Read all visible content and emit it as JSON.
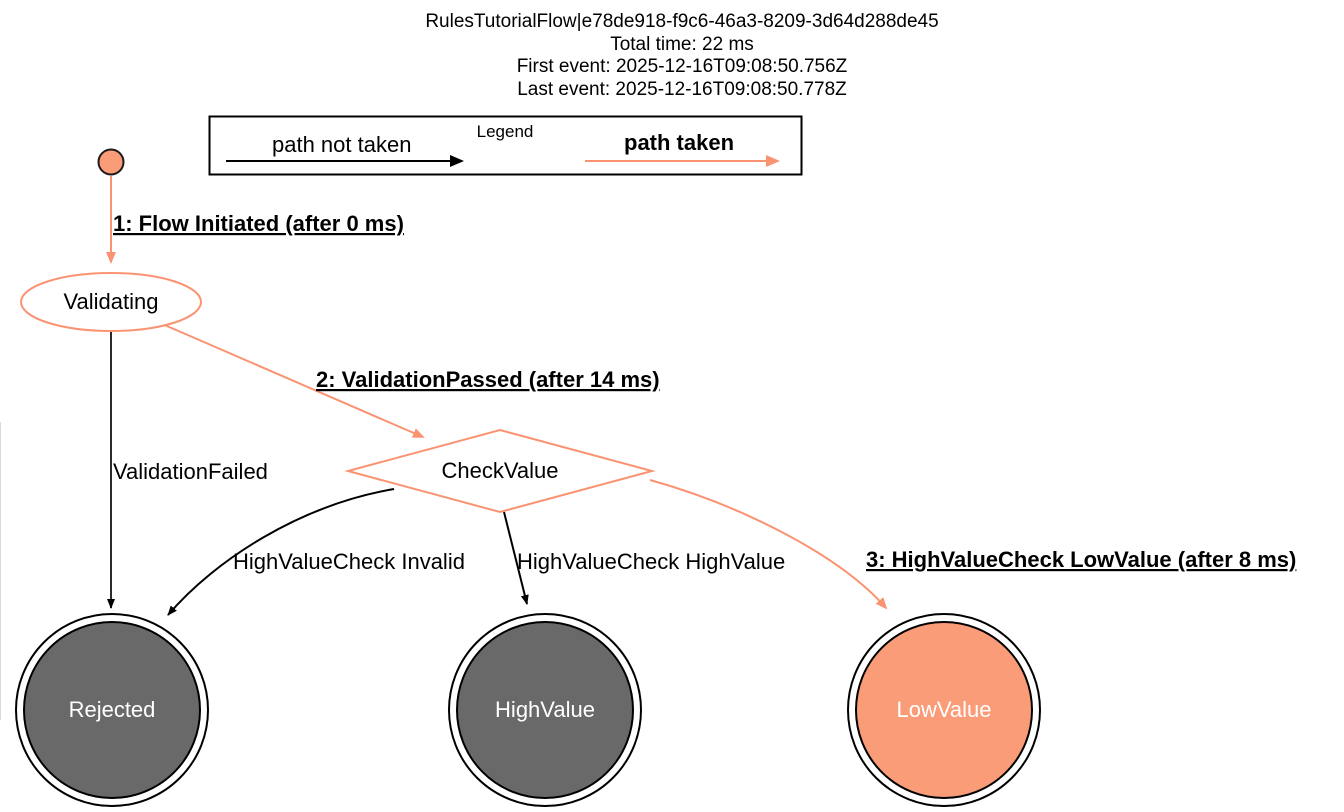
{
  "header": {
    "flow_id": "RulesTutorialFlow|e78de918-f9c6-46a3-8209-3d64d288de45",
    "total_time": "Total time: 22 ms",
    "first_event": "First event: 2025-12-16T09:08:50.756Z",
    "last_event": "Last event: 2025-12-16T09:08:50.778Z"
  },
  "legend": {
    "title": "Legend",
    "not_taken_label": "path not taken",
    "taken_label": "path taken",
    "not_taken_color": "#000000",
    "taken_color": "#fa9372"
  },
  "colors": {
    "taken": "#fa9372",
    "not_taken": "#000000",
    "active_fill": "#fb9c79",
    "inactive_fill": "#696969",
    "background": "#ffffff",
    "node_text_light": "#ffffff",
    "node_text_dark": "#000000"
  },
  "nodes": [
    {
      "id": "start",
      "label": "",
      "shape": "start-circle",
      "state": "taken"
    },
    {
      "id": "validating",
      "label": "Validating",
      "shape": "ellipse",
      "state": "taken"
    },
    {
      "id": "checkvalue",
      "label": "CheckValue",
      "shape": "diamond",
      "state": "taken"
    },
    {
      "id": "rejected",
      "label": "Rejected",
      "shape": "double-circle",
      "state": "not-taken"
    },
    {
      "id": "highvalue",
      "label": "HighValue",
      "shape": "double-circle",
      "state": "not-taken"
    },
    {
      "id": "lowvalue",
      "label": "LowValue",
      "shape": "double-circle",
      "state": "taken"
    }
  ],
  "edges": [
    {
      "id": "e1",
      "from": "start",
      "to": "validating",
      "label": "1: Flow Initiated (after 0 ms)",
      "state": "taken",
      "step": 1
    },
    {
      "id": "e2",
      "from": "validating",
      "to": "checkvalue",
      "label": "2: ValidationPassed (after 14 ms)",
      "state": "taken",
      "step": 2
    },
    {
      "id": "e3",
      "from": "validating",
      "to": "rejected",
      "label": "ValidationFailed",
      "state": "not-taken",
      "step": null
    },
    {
      "id": "e4",
      "from": "checkvalue",
      "to": "rejected",
      "label": "HighValueCheck Invalid",
      "state": "not-taken",
      "step": null
    },
    {
      "id": "e5",
      "from": "checkvalue",
      "to": "highvalue",
      "label": "HighValueCheck HighValue",
      "state": "not-taken",
      "step": null
    },
    {
      "id": "e6",
      "from": "checkvalue",
      "to": "lowvalue",
      "label": "3: HighValueCheck LowValue (after 8 ms)",
      "state": "taken",
      "step": 3
    }
  ]
}
